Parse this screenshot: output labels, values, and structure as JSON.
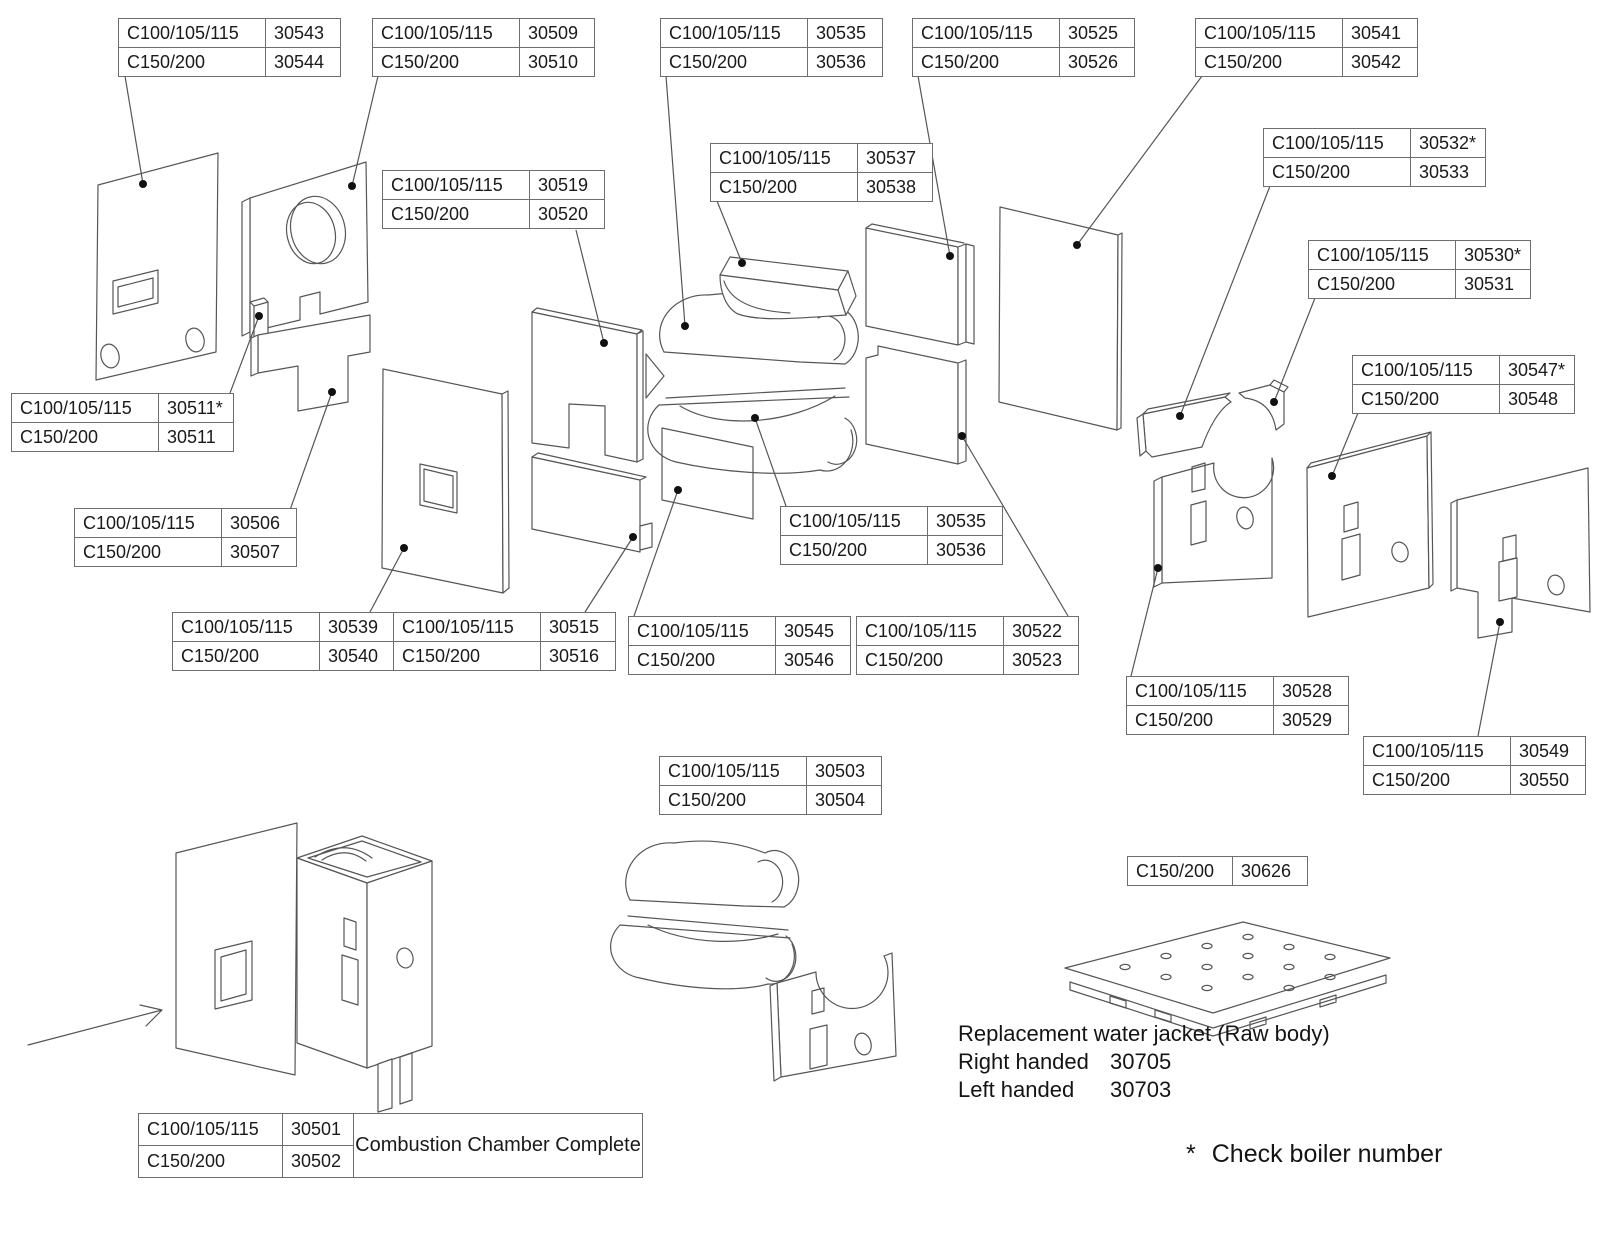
{
  "tables": [
    {
      "id": "30543",
      "rows": [
        {
          "model": "C100/105/115",
          "part": "30543"
        },
        {
          "model": "C150/200",
          "part": "30544"
        }
      ]
    },
    {
      "id": "30509",
      "rows": [
        {
          "model": "C100/105/115",
          "part": "30509"
        },
        {
          "model": "C150/200",
          "part": "30510"
        }
      ]
    },
    {
      "id": "30535-top",
      "rows": [
        {
          "model": "C100/105/115",
          "part": "30535"
        },
        {
          "model": "C150/200",
          "part": "30536"
        }
      ]
    },
    {
      "id": "30525",
      "rows": [
        {
          "model": "C100/105/115",
          "part": "30525"
        },
        {
          "model": "C150/200",
          "part": "30526"
        }
      ]
    },
    {
      "id": "30541",
      "rows": [
        {
          "model": "C100/105/115",
          "part": "30541"
        },
        {
          "model": "C150/200",
          "part": "30542"
        }
      ]
    },
    {
      "id": "30532",
      "rows": [
        {
          "model": "C100/105/115",
          "part": "30532*"
        },
        {
          "model": "C150/200",
          "part": "30533"
        }
      ]
    },
    {
      "id": "30530",
      "rows": [
        {
          "model": "C100/105/115",
          "part": "30530*"
        },
        {
          "model": "C150/200",
          "part": "30531"
        }
      ]
    },
    {
      "id": "30519",
      "rows": [
        {
          "model": "C100/105/115",
          "part": "30519"
        },
        {
          "model": "C150/200",
          "part": "30520"
        }
      ]
    },
    {
      "id": "30537",
      "rows": [
        {
          "model": "C100/105/115",
          "part": "30537"
        },
        {
          "model": "C150/200",
          "part": "30538"
        }
      ]
    },
    {
      "id": "30511",
      "rows": [
        {
          "model": "C100/105/115",
          "part": "30511*"
        },
        {
          "model": "C150/200",
          "part": "30511"
        }
      ]
    },
    {
      "id": "30506",
      "rows": [
        {
          "model": "C100/105/115",
          "part": "30506"
        },
        {
          "model": "C150/200",
          "part": "30507"
        }
      ]
    },
    {
      "id": "30539",
      "rows": [
        {
          "model": "C100/105/115",
          "part": "30539"
        },
        {
          "model": "C150/200",
          "part": "30540"
        }
      ]
    },
    {
      "id": "30515",
      "rows": [
        {
          "model": "C100/105/115",
          "part": "30515"
        },
        {
          "model": "C150/200",
          "part": "30516"
        }
      ]
    },
    {
      "id": "30545",
      "rows": [
        {
          "model": "C100/105/115",
          "part": "30545"
        },
        {
          "model": "C150/200",
          "part": "30546"
        }
      ]
    },
    {
      "id": "30522",
      "rows": [
        {
          "model": "C100/105/115",
          "part": "30522"
        },
        {
          "model": "C150/200",
          "part": "30523"
        }
      ]
    },
    {
      "id": "30535-mid",
      "rows": [
        {
          "model": "C100/105/115",
          "part": "30535"
        },
        {
          "model": "C150/200",
          "part": "30536"
        }
      ]
    },
    {
      "id": "30547",
      "rows": [
        {
          "model": "C100/105/115",
          "part": "30547*"
        },
        {
          "model": "C150/200",
          "part": "30548"
        }
      ]
    },
    {
      "id": "30528",
      "rows": [
        {
          "model": "C100/105/115",
          "part": "30528"
        },
        {
          "model": "C150/200",
          "part": "30529"
        }
      ]
    },
    {
      "id": "30549",
      "rows": [
        {
          "model": "C100/105/115",
          "part": "30549"
        },
        {
          "model": "C150/200",
          "part": "30550"
        }
      ]
    },
    {
      "id": "30503",
      "rows": [
        {
          "model": "C100/105/115",
          "part": "30503"
        },
        {
          "model": "C150/200",
          "part": "30504"
        }
      ]
    }
  ],
  "plate_table": {
    "model": "C150/200",
    "part": "30626"
  },
  "complete": {
    "rows": [
      {
        "model": "C100/105/115",
        "part": "30501"
      },
      {
        "model": "C150/200",
        "part": "30502"
      }
    ],
    "description": "Combustion Chamber Complete"
  },
  "note": {
    "title": "Replacement water jacket (Raw body)",
    "right": {
      "label": "Right handed",
      "number": "30705"
    },
    "left": {
      "label": "Left handed",
      "number": "30703"
    }
  },
  "footnote": {
    "marker": "*",
    "text": "Check boiler number"
  }
}
